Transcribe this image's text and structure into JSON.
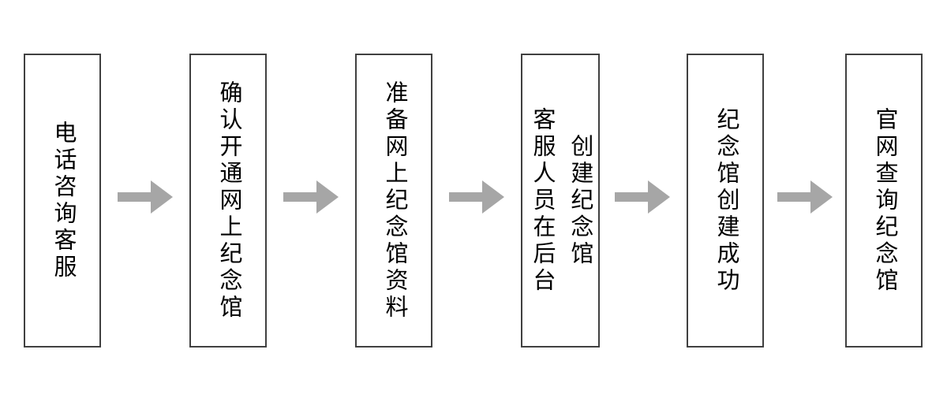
{
  "colors": {
    "background": "#ffffff",
    "box_border": "#404040",
    "box_fill": "#ffffff",
    "text": "#000000",
    "arrow": "#a6a6a6"
  },
  "flowchart": {
    "type": "process-flow",
    "orientation": "horizontal",
    "text_layout": "vertical-columns",
    "steps": [
      {
        "lines": [
          "电话咨询客服"
        ]
      },
      {
        "lines": [
          "确认开通网上纪念馆"
        ]
      },
      {
        "lines": [
          "准备网上纪念馆资料"
        ]
      },
      {
        "lines": [
          "客服人员在后台",
          "创建纪念馆"
        ]
      },
      {
        "lines": [
          "纪念馆创建成功"
        ]
      },
      {
        "lines": [
          "官网查询纪念馆"
        ]
      }
    ],
    "connectors": [
      {
        "icon": "arrow-right"
      },
      {
        "icon": "arrow-right"
      },
      {
        "icon": "arrow-right"
      },
      {
        "icon": "arrow-right"
      },
      {
        "icon": "arrow-right"
      }
    ]
  }
}
